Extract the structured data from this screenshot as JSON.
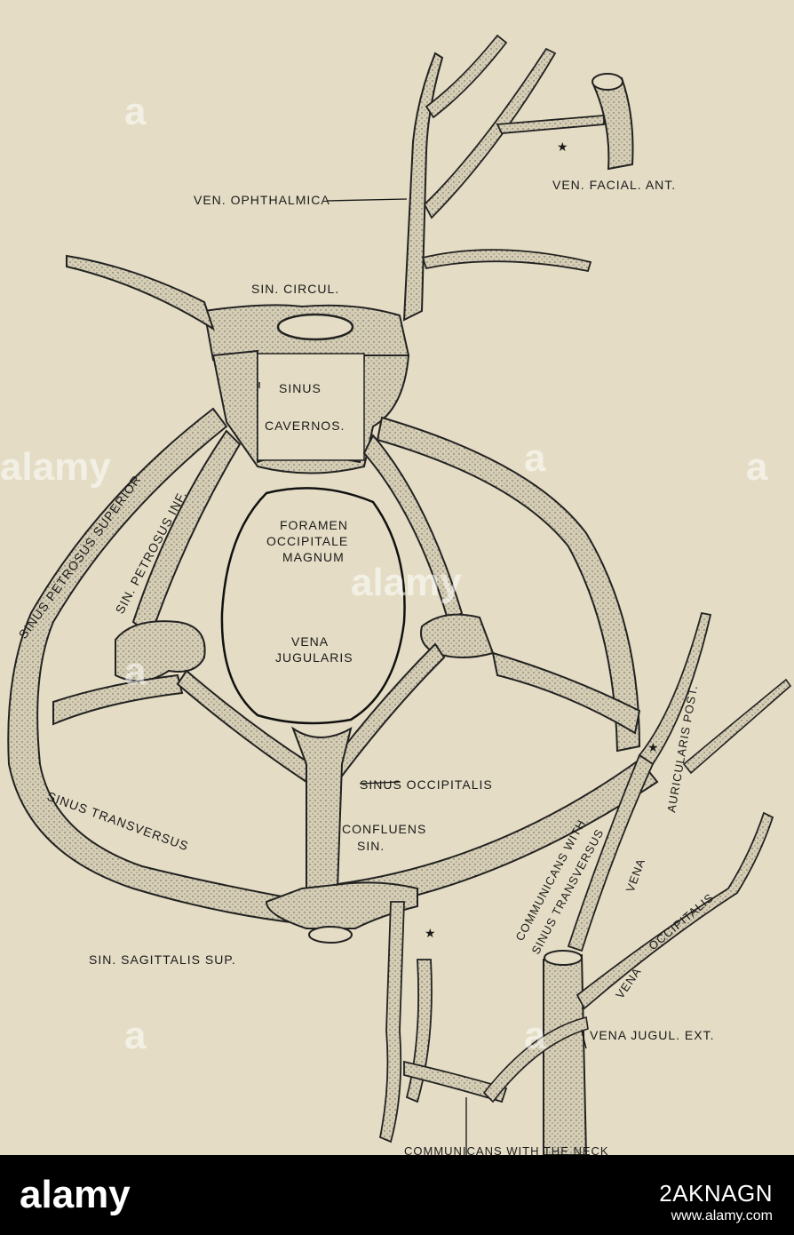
{
  "labels": {
    "ven_ophthalmica": "VEN. OPHTHALMICA",
    "ven_facial_ant": "VEN. FACIAL. ANT.",
    "sin_circul": "SIN. CIRCUL.",
    "sinus": "SINUS",
    "cavernos": "CAVERNOS.",
    "sinus_petrosus_superior": "SINUS PETROSUS SUPERIOR",
    "sin_petrosus_inf": "SIN. PETROSUS INF.",
    "foramen": "FORAMEN",
    "occipitale": "OCCIPITALE",
    "magnum": "MAGNUM",
    "vena": "VENA",
    "jugularis": "JUGULARIS",
    "sinus_occipitalis": "SINUS OCCIPITALIS",
    "confluens": "CONFLUENS",
    "sin": "SIN.",
    "sinus_transversus": "SINUS TRANSVERSUS",
    "sin_sagittalis_sup": "SIN. SAGITTALIS SUP.",
    "communicans_1": "COMMUNICANS WITH",
    "communicans_2": "SINUS TRANSVERSUS",
    "vena_auricularis_vena": "VENA",
    "vena_auricularis_name": "AURICULARIS POST.",
    "vena_occipitalis_vena": "VENA",
    "vena_occipitalis_name": "OCCIPITALIS",
    "vena_jugul_ext": "VENA JUGUL. EXT.",
    "communicans_neck": "COMMUNICANS WITH THE NECK",
    "star": "★"
  },
  "watermarks": [
    "alamy",
    "a",
    "a",
    "a",
    "alamy",
    "a",
    "a",
    "a"
  ],
  "footer": {
    "logo_text": "alamy",
    "image_id": "2AKNAGN",
    "url": "www.alamy.com"
  },
  "colors": {
    "paper": "#e4dcc4",
    "ink": "#1f1f1f",
    "vein_fill": "#cfc6ad",
    "footer_bg": "#000000"
  }
}
